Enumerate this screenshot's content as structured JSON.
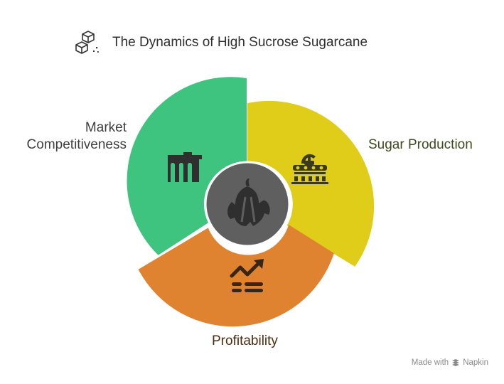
{
  "title": "The Dynamics of High Sucrose Sugarcane",
  "header_icon": "cubes-icon",
  "center": {
    "icon": "sugarcane-icon",
    "color": "#5f5f5f"
  },
  "segments": [
    {
      "id": "market",
      "label_lines": [
        "Market",
        "Competitiveness"
      ],
      "color": "#3ec47f",
      "icon": "building-icon"
    },
    {
      "id": "sugar",
      "label": "Sugar Production",
      "color": "#dfcd1a",
      "icon": "production-machine-icon"
    },
    {
      "id": "profit",
      "label": "Profitability",
      "color": "#df8331",
      "icon": "growth-chart-icon"
    }
  ],
  "watermark": {
    "made_with": "Made with",
    "brand": "Napkin",
    "icon": "napkin-logo-icon"
  }
}
